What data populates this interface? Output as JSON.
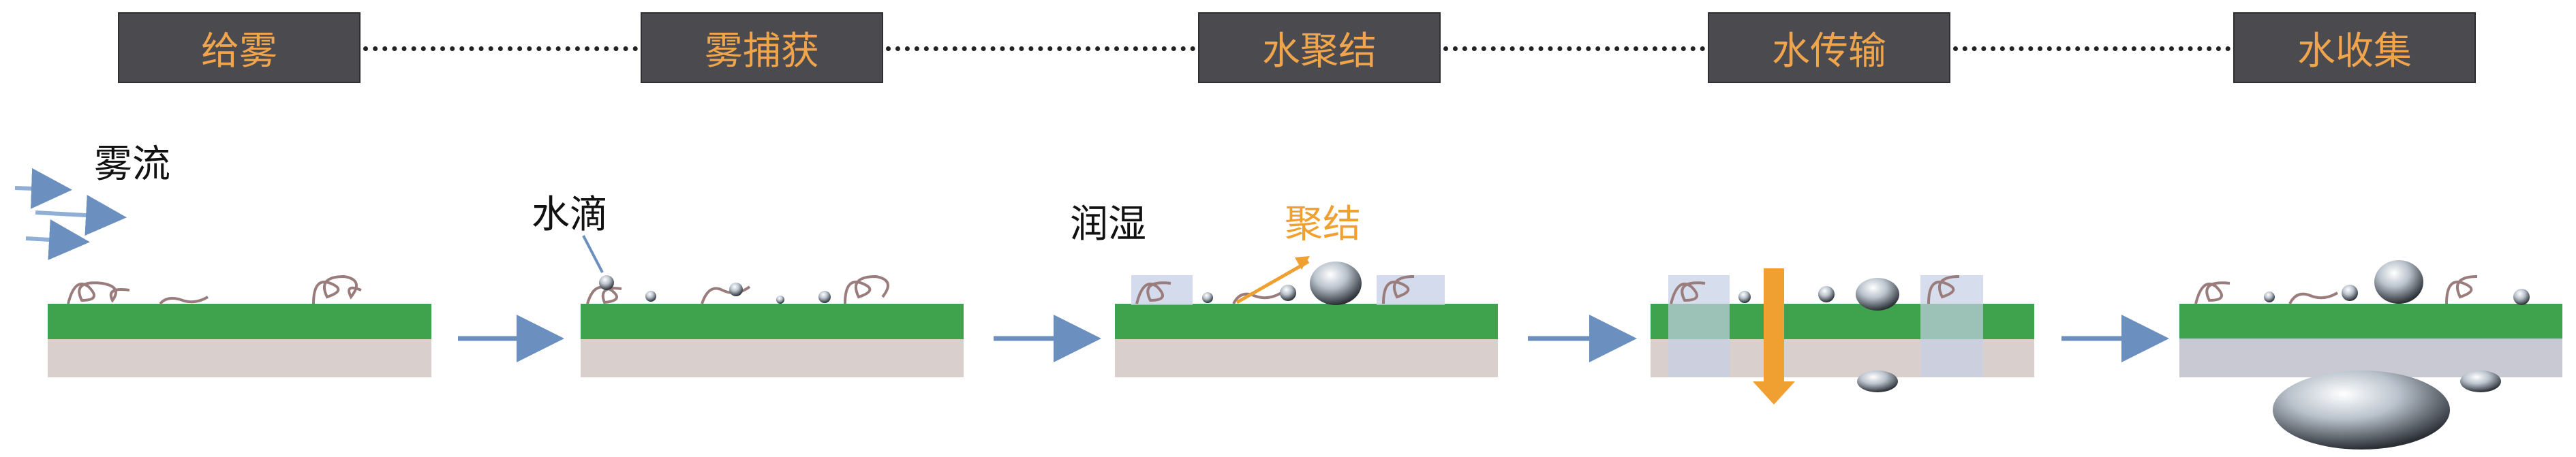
{
  "stages": [
    {
      "label": "给雾"
    },
    {
      "label": "雾捕获"
    },
    {
      "label": "水聚结"
    },
    {
      "label": "水传输"
    },
    {
      "label": "水收集"
    }
  ],
  "labels": {
    "fog_flow": "雾流",
    "droplet": "水滴",
    "wetting": "润湿",
    "coalescence": "聚结"
  },
  "colors": {
    "stage_bg": "#4a4a4f",
    "stage_text": "#f0a44b",
    "green_layer": "#3fa34d",
    "base_layer": "#d9cfcc",
    "arrow_blue": "#6b8fbf",
    "accent_orange": "#f0a030"
  }
}
